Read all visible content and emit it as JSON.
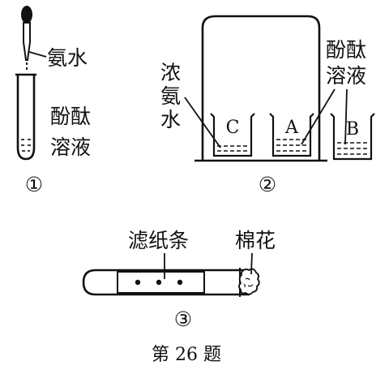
{
  "figure1": {
    "reagent": "氨水",
    "solution_line1": "酚酞",
    "solution_line2": "溶液",
    "number": "①"
  },
  "figure2": {
    "left_label_line1": "浓",
    "left_label_line2": "氨",
    "left_label_line3": "水",
    "right_label_line1": "酚酞",
    "right_label_line2": "溶液",
    "beaker_c": "C",
    "beaker_a": "A",
    "beaker_b": "B",
    "number": "②"
  },
  "figure3": {
    "paper_label": "滤纸条",
    "cotton_label": "棉花",
    "number": "③"
  },
  "caption": "第 26 题"
}
